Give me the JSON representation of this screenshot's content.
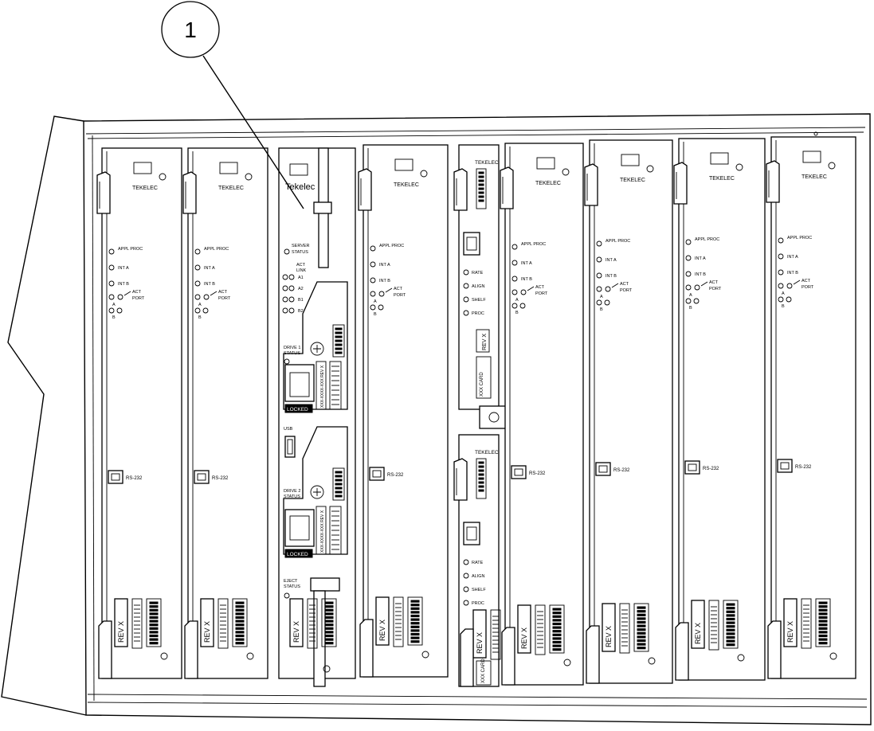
{
  "callout": {
    "number": "1"
  },
  "cards": [
    {
      "kind": "io",
      "logo": "TEKELEC",
      "leds": [
        "APPL PROC",
        "INT A",
        "INT B"
      ],
      "port_labels": [
        "ACT",
        "PORT",
        "A",
        "B"
      ],
      "serial_label": "RS-232",
      "rev_label": "REV X"
    },
    {
      "kind": "io",
      "logo": "TEKELEC",
      "leds": [
        "APPL PROC",
        "INT A",
        "INT B"
      ],
      "port_labels": [
        "ACT",
        "PORT",
        "A",
        "B"
      ],
      "serial_label": "RS-232",
      "rev_label": "REV X"
    },
    {
      "kind": "server",
      "logo": "Tekelec",
      "status_label": "SERVER STATUS",
      "act_link": "ACT LINK",
      "ports": [
        "A1",
        "A2",
        "B1",
        "B2"
      ],
      "drive1_status": "DRIVE 1 STATUS",
      "drive2_status": "DRIVE 2 STATUS",
      "drive_rev": "XXX-XXXX-XXX REV X",
      "locked": "LOCKED",
      "usb": "USB",
      "eject_status": "EJECT STATUS",
      "rev_label": "REV X"
    },
    {
      "kind": "io",
      "logo": "TEKELEC",
      "leds": [
        "APPL PROC",
        "INT A",
        "INT B"
      ],
      "port_labels": [
        "ACT",
        "PORT",
        "A",
        "B"
      ],
      "serial_label": "RS-232",
      "rev_label": "REV X"
    },
    {
      "kind": "half",
      "logo": "TEKELEC",
      "leds": [
        "RATE",
        "ALIGN",
        "SHELF",
        "PROC"
      ],
      "card_label": "XXX CARD",
      "rev_label": "REV X"
    },
    {
      "kind": "io",
      "logo": "TEKELEC",
      "leds": [
        "APPL PROC",
        "INT A",
        "INT B"
      ],
      "port_labels": [
        "ACT",
        "PORT",
        "A",
        "B"
      ],
      "serial_label": "RS-232",
      "rev_label": "REV X"
    },
    {
      "kind": "io",
      "logo": "TEKELEC",
      "leds": [
        "APPL PROC",
        "INT A",
        "INT B"
      ],
      "port_labels": [
        "ACT",
        "PORT",
        "A",
        "B"
      ],
      "serial_label": "RS-232",
      "rev_label": "REV X"
    },
    {
      "kind": "io",
      "logo": "TEKELEC",
      "leds": [
        "APPL PROC",
        "INT A",
        "INT B"
      ],
      "port_labels": [
        "ACT",
        "PORT",
        "A",
        "B"
      ],
      "serial_label": "RS-232",
      "rev_label": "REV X"
    },
    {
      "kind": "io",
      "logo": "TEKELEC",
      "leds": [
        "APPL PROC",
        "INT A",
        "INT B"
      ],
      "port_labels": [
        "ACT",
        "PORT",
        "A",
        "B"
      ],
      "serial_label": "RS-232",
      "rev_label": "REV X"
    }
  ]
}
